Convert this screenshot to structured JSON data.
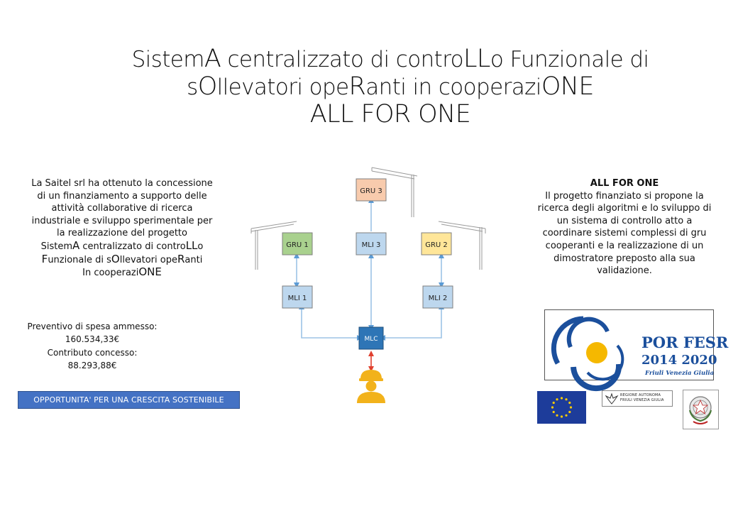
{
  "title": {
    "line1": [
      [
        "Sistem",
        ""
      ],
      [
        "A",
        "big"
      ],
      [
        " centralizzato di contro",
        ""
      ],
      [
        "LL",
        "big"
      ],
      [
        "o Funzionale di",
        ""
      ]
    ],
    "line2": [
      [
        "s",
        ""
      ],
      [
        "O",
        "big"
      ],
      [
        "llevatori ope",
        ""
      ],
      [
        "R",
        "big"
      ],
      [
        "anti in cooperazi",
        ""
      ],
      [
        "ONE",
        "big"
      ]
    ],
    "line3": "ALL FOR ONE"
  },
  "left": {
    "intro": "La Saitel srl ha ottenuto la concessione di un finanziamento a supporto delle attività collaborative di ricerca industriale e sviluppo sperimentale per la realizzazione del progetto",
    "proj1": [
      [
        "Sistem",
        ""
      ],
      [
        "A",
        "big"
      ],
      [
        " centralizzato di contro",
        ""
      ],
      [
        "LL",
        "big"
      ],
      [
        "o",
        ""
      ]
    ],
    "proj2": [
      [
        "F",
        "big"
      ],
      [
        "unzionale di s",
        ""
      ],
      [
        "O",
        "big"
      ],
      [
        "llevatori ope",
        ""
      ],
      [
        "R",
        "big"
      ],
      [
        "anti",
        ""
      ]
    ],
    "proj3": [
      [
        "In cooperazi",
        ""
      ],
      [
        "ONE",
        "big"
      ]
    ],
    "spesa_label": "Preventivo di spesa ammesso:",
    "spesa_value": "160.534,33€",
    "contributo_label": "Contributo concesso:",
    "contributo_value": "88.293,88€"
  },
  "banner": "OPPORTUNITA' PER UNA CRESCITA SOSTENIBILE",
  "right": {
    "heading": "ALL FOR ONE",
    "body": "Il progetto finanziato si propone la ricerca degli algoritmi e lo sviluppo di un sistema di controllo atto a coordinare sistemi complessi di gru cooperanti e la realizzazione di un dimostratore preposto alla sua validazione."
  },
  "diagram": {
    "gru3": "GRU 3",
    "gru1": "GRU 1",
    "gru2": "GRU 2",
    "mli3": "MLI 3",
    "mli1": "MLI 1",
    "mli2": "MLI 2",
    "mlc": "MLC"
  },
  "logos": {
    "por_line1": "POR FESR",
    "por_line2": "2014 2020",
    "por_line3": "Friuli Venezia Giulia",
    "region_line1": "REGIONE AUTONOMA",
    "region_line2": "FRIULI VENEZIA GIULIA"
  },
  "colors": {
    "banner": "#4472c4",
    "gru_green": "#a9d18e",
    "gru_yellow": "#ffe699",
    "gru_orange": "#f8cbad",
    "mli_blue": "#bdd7ee",
    "mlc_blue": "#2e75b6",
    "por_blue": "#1b4f9c",
    "por_yellow": "#f5b800"
  }
}
